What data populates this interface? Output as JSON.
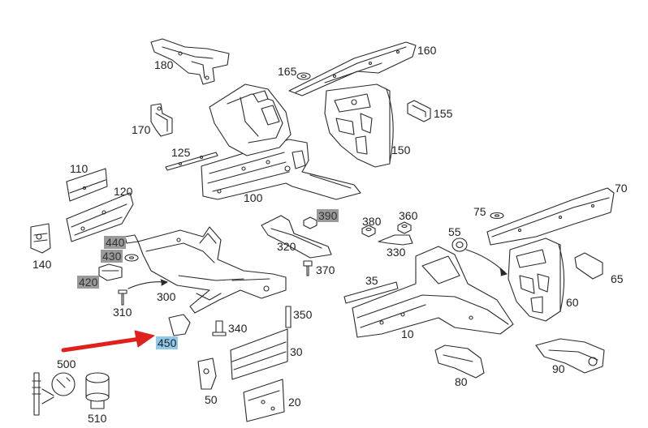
{
  "colors": {
    "line": "#2a2a2a",
    "fill": "#ffffff",
    "arrow": "#e0201c",
    "gray_highlight": "#9a9a9a",
    "blue_highlight": "#8ec9ea"
  },
  "labels": {
    "l180": "180",
    "l165": "165",
    "l160": "160",
    "l155": "155",
    "l150": "150",
    "l170": "170",
    "l125": "125",
    "l100": "100",
    "l110": "110",
    "l120": "120",
    "l140": "140",
    "l440": "440",
    "l430": "430",
    "l420": "420",
    "l310": "310",
    "l300": "300",
    "l390": "390",
    "l380": "380",
    "l360": "360",
    "l320": "320",
    "l330": "330",
    "l370": "370",
    "l350": "350",
    "l340": "340",
    "l450": "450",
    "l500": "500",
    "l510": "510",
    "l50": "50",
    "l30": "30",
    "l20": "20",
    "l35": "35",
    "l10": "10",
    "l55": "55",
    "l75": "75",
    "l70": "70",
    "l65": "65",
    "l60": "60",
    "l80": "80",
    "l90": "90"
  }
}
